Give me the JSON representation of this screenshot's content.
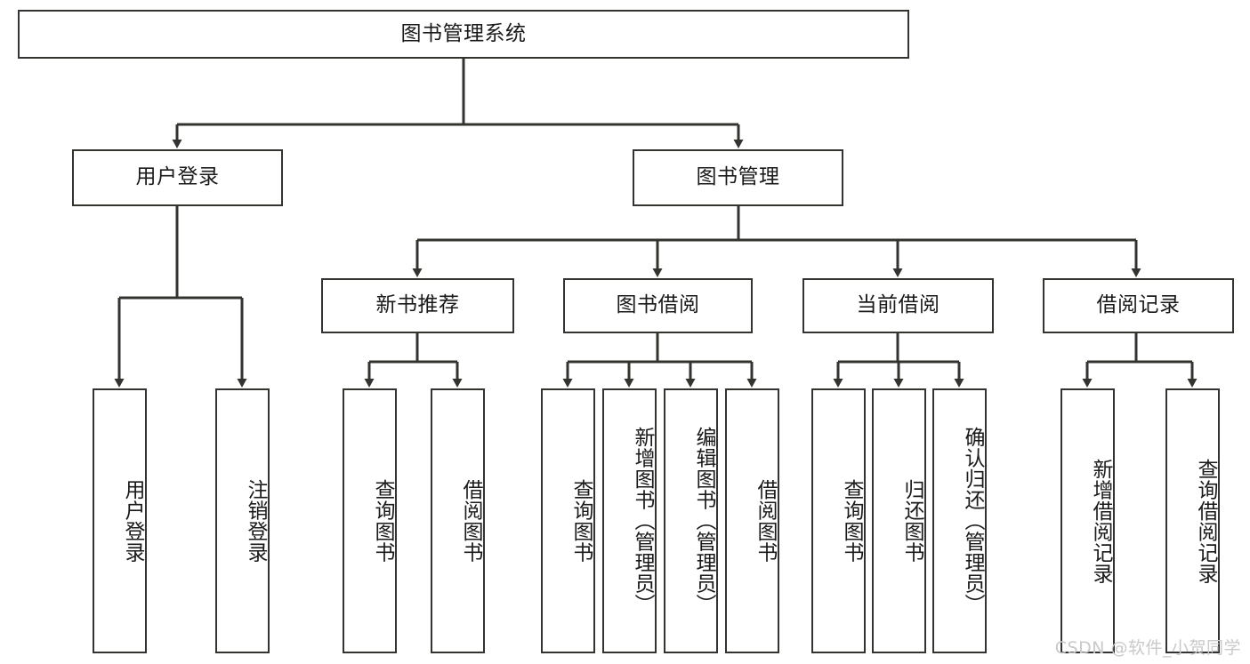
{
  "diagram": {
    "type": "tree",
    "title": "图书管理系统",
    "root": {
      "label": "图书管理系统"
    },
    "level2": [
      {
        "label": "用户登录"
      },
      {
        "label": "图书管理"
      }
    ],
    "level3": [
      {
        "label": "新书推荐"
      },
      {
        "label": "图书借阅"
      },
      {
        "label": "当前借阅"
      },
      {
        "label": "借阅记录"
      }
    ],
    "leaves": {
      "user_login": [
        {
          "label": "用户登录"
        },
        {
          "label": "注销登录"
        }
      ],
      "new_book_recommend": [
        {
          "label": "查询图书"
        },
        {
          "label": "借阅图书"
        }
      ],
      "book_borrow": [
        {
          "label": "查询图书"
        },
        {
          "label": "新增图书（管理员）"
        },
        {
          "label": "编辑图书（管理员）"
        },
        {
          "label": "借阅图书"
        }
      ],
      "current_borrow": [
        {
          "label": "查询图书"
        },
        {
          "label": "归还图书"
        },
        {
          "label": "确认归还（管理员）"
        }
      ],
      "borrow_record": [
        {
          "label": "新增借阅记录"
        },
        {
          "label": "查询借阅记录"
        }
      ]
    }
  },
  "watermark": {
    "text": "CSDN @软件_小贺同学"
  },
  "colors": {
    "stroke": "#33332f",
    "text": "#1a1a1a",
    "background": "#ffffff",
    "watermark": "#c9c9c9"
  }
}
